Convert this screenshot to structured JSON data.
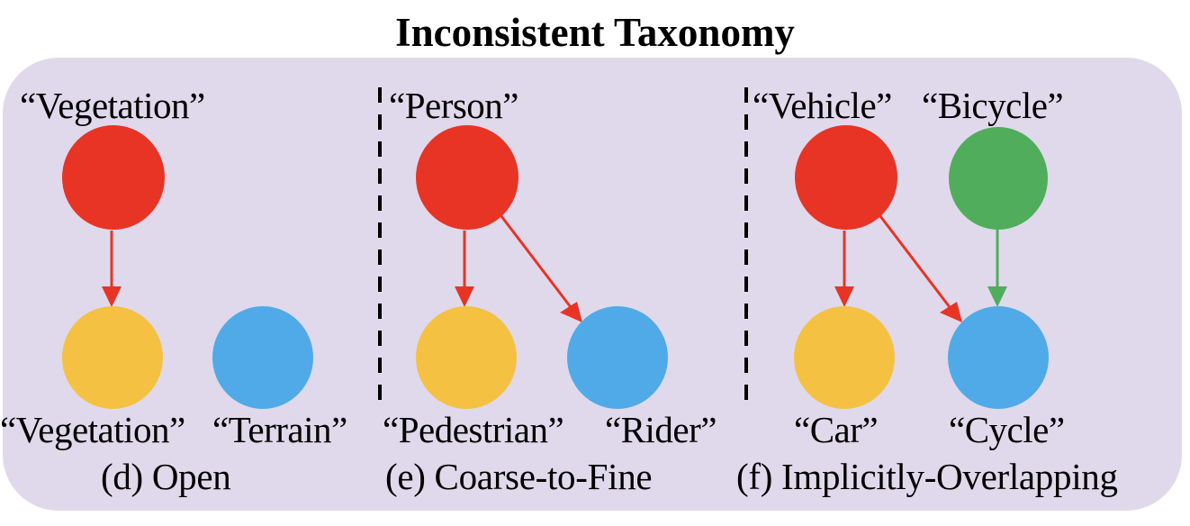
{
  "title": "Inconsistent Taxonomy",
  "colors": {
    "panel_bg": "#e0d9eb",
    "red": "#e83425",
    "green": "#50ad5c",
    "yellow": "#f4c142",
    "blue": "#50aae8",
    "divider": "#000000"
  },
  "panels": [
    {
      "id": "d",
      "caption": "(d) Open",
      "top_labels": [
        "“Vegetation”"
      ],
      "bottom_labels": [
        "“Vegetation”",
        "“Terrain”"
      ],
      "edges": [
        {
          "from": "Vegetation (top, red)",
          "to": "Vegetation (bottom, yellow)"
        }
      ]
    },
    {
      "id": "e",
      "caption": "(e) Coarse-to-Fine",
      "top_labels": [
        "“Person”"
      ],
      "bottom_labels": [
        "“Pedestrian”",
        "“Rider”"
      ],
      "edges": [
        {
          "from": "Person (red)",
          "to": "Pedestrian (yellow)"
        },
        {
          "from": "Person (red)",
          "to": "Rider (blue)"
        }
      ]
    },
    {
      "id": "f",
      "caption": "(f) Implicitly-Overlapping",
      "top_labels": [
        "“Vehicle”",
        "“Bicycle”"
      ],
      "bottom_labels": [
        "“Car”",
        "“Cycle”"
      ],
      "edges": [
        {
          "from": "Vehicle (red)",
          "to": "Car (yellow)"
        },
        {
          "from": "Vehicle (red)",
          "to": "Cycle (blue)"
        },
        {
          "from": "Bicycle (green)",
          "to": "Cycle (blue)"
        }
      ]
    }
  ]
}
